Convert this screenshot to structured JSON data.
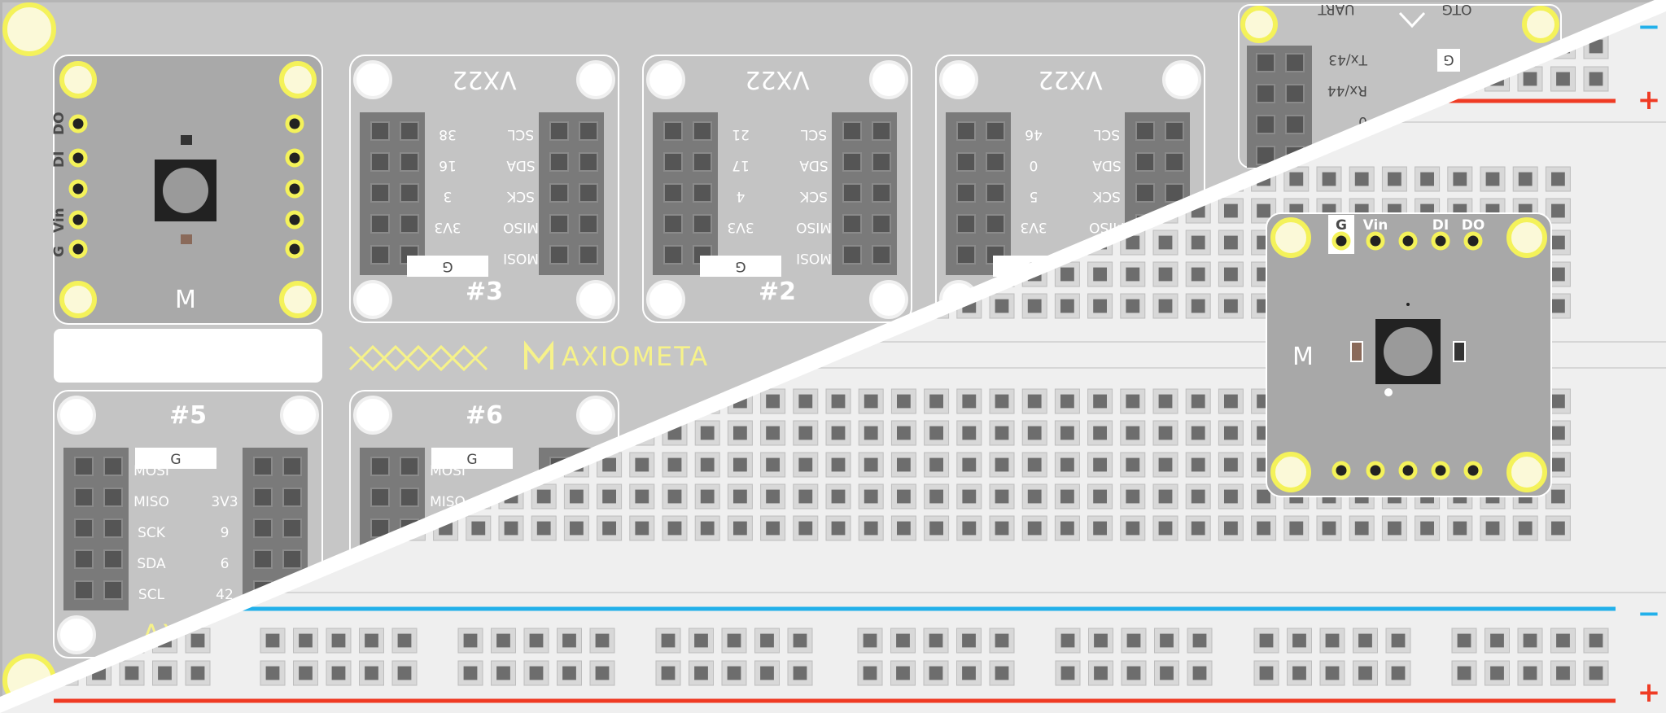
{
  "colors": {
    "rail_blue": "#22b0ea",
    "rail_red": "#ef3b24",
    "board_gray": "#c4c4c4",
    "breadboard_white": "#f0f0f0",
    "pad_yellow": "#f4f25a",
    "brand_yellow": "#f6f28a"
  },
  "board": {
    "brand": "AXIOMETA",
    "brand_partial": "AX",
    "slot_labels": [
      "#3",
      "#2",
      "#5",
      "#6"
    ],
    "slot_chip_name": "VX22",
    "slot_3_pins": [
      "38",
      "16",
      "3",
      "3V3"
    ],
    "slot_2_pins": [
      "21",
      "17",
      "4",
      "3V3"
    ],
    "slot_1_pins": [
      "46",
      "0",
      "5",
      "3V3"
    ],
    "slot_5_pins": [
      "3V3",
      "9",
      "6",
      "42"
    ],
    "bus_pins": [
      "SCL",
      "SDA",
      "SCK",
      "MISO",
      "MOSI"
    ],
    "ground_label": "G",
    "uart": {
      "title": "UART",
      "otg": "OTG",
      "tx": "Tx/43",
      "rx": "Rx/44",
      "zero": "0"
    }
  },
  "breadboard": {
    "rail_minus": "−",
    "rail_plus": "+"
  },
  "led_module": {
    "pin_labels": [
      "G",
      "Vin",
      "DI",
      "DO"
    ],
    "flipped_pin_labels": [
      "DO",
      "DI",
      "Vin",
      "G"
    ]
  }
}
